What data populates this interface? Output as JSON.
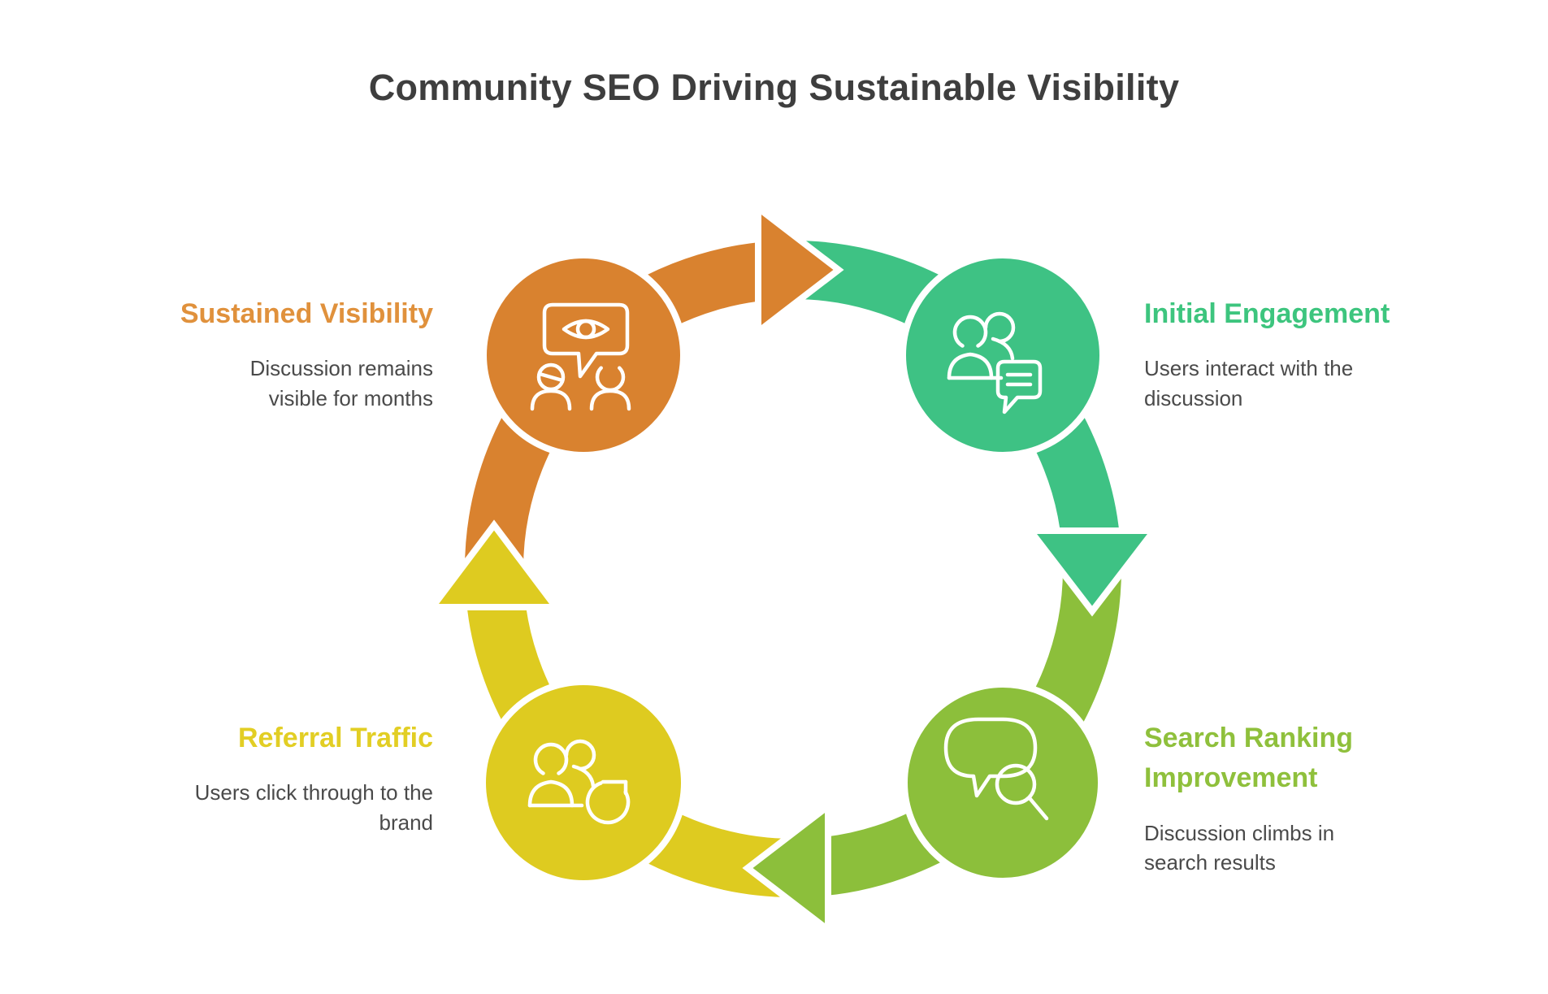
{
  "title": {
    "text": "Community SEO Driving Sustainable Visibility",
    "color": "#3E3E3E"
  },
  "diagram": {
    "flow": "clockwise",
    "description_color": "#4A4A4A",
    "steps": [
      {
        "name": "initial-engagement",
        "label": "Initial Engagement",
        "description": "Users interact with the discussion",
        "heading_color": "#3DC57E",
        "shape_color": "#3EC284",
        "icon": "people-chat-bubble-icon",
        "position": "top-right"
      },
      {
        "name": "search-ranking-improvement",
        "label": "Search Ranking Improvement",
        "description": "Discussion climbs in search results",
        "heading_color": "#8FC03C",
        "shape_color": "#8CBF3B",
        "icon": "speech-bubble-magnifier-icon",
        "position": "bottom-right"
      },
      {
        "name": "referral-traffic",
        "label": "Referral Traffic",
        "description": "Users click through to the brand",
        "heading_color": "#E2CE24",
        "shape_color": "#DECB20",
        "icon": "people-refresh-icon",
        "position": "bottom-left"
      },
      {
        "name": "sustained-visibility",
        "label": "Sustained Visibility",
        "description": "Discussion remains visible for months",
        "heading_color": "#E0913C",
        "shape_color": "#D9822F",
        "icon": "eye-speech-bubble-people-icon",
        "position": "top-left"
      }
    ]
  }
}
